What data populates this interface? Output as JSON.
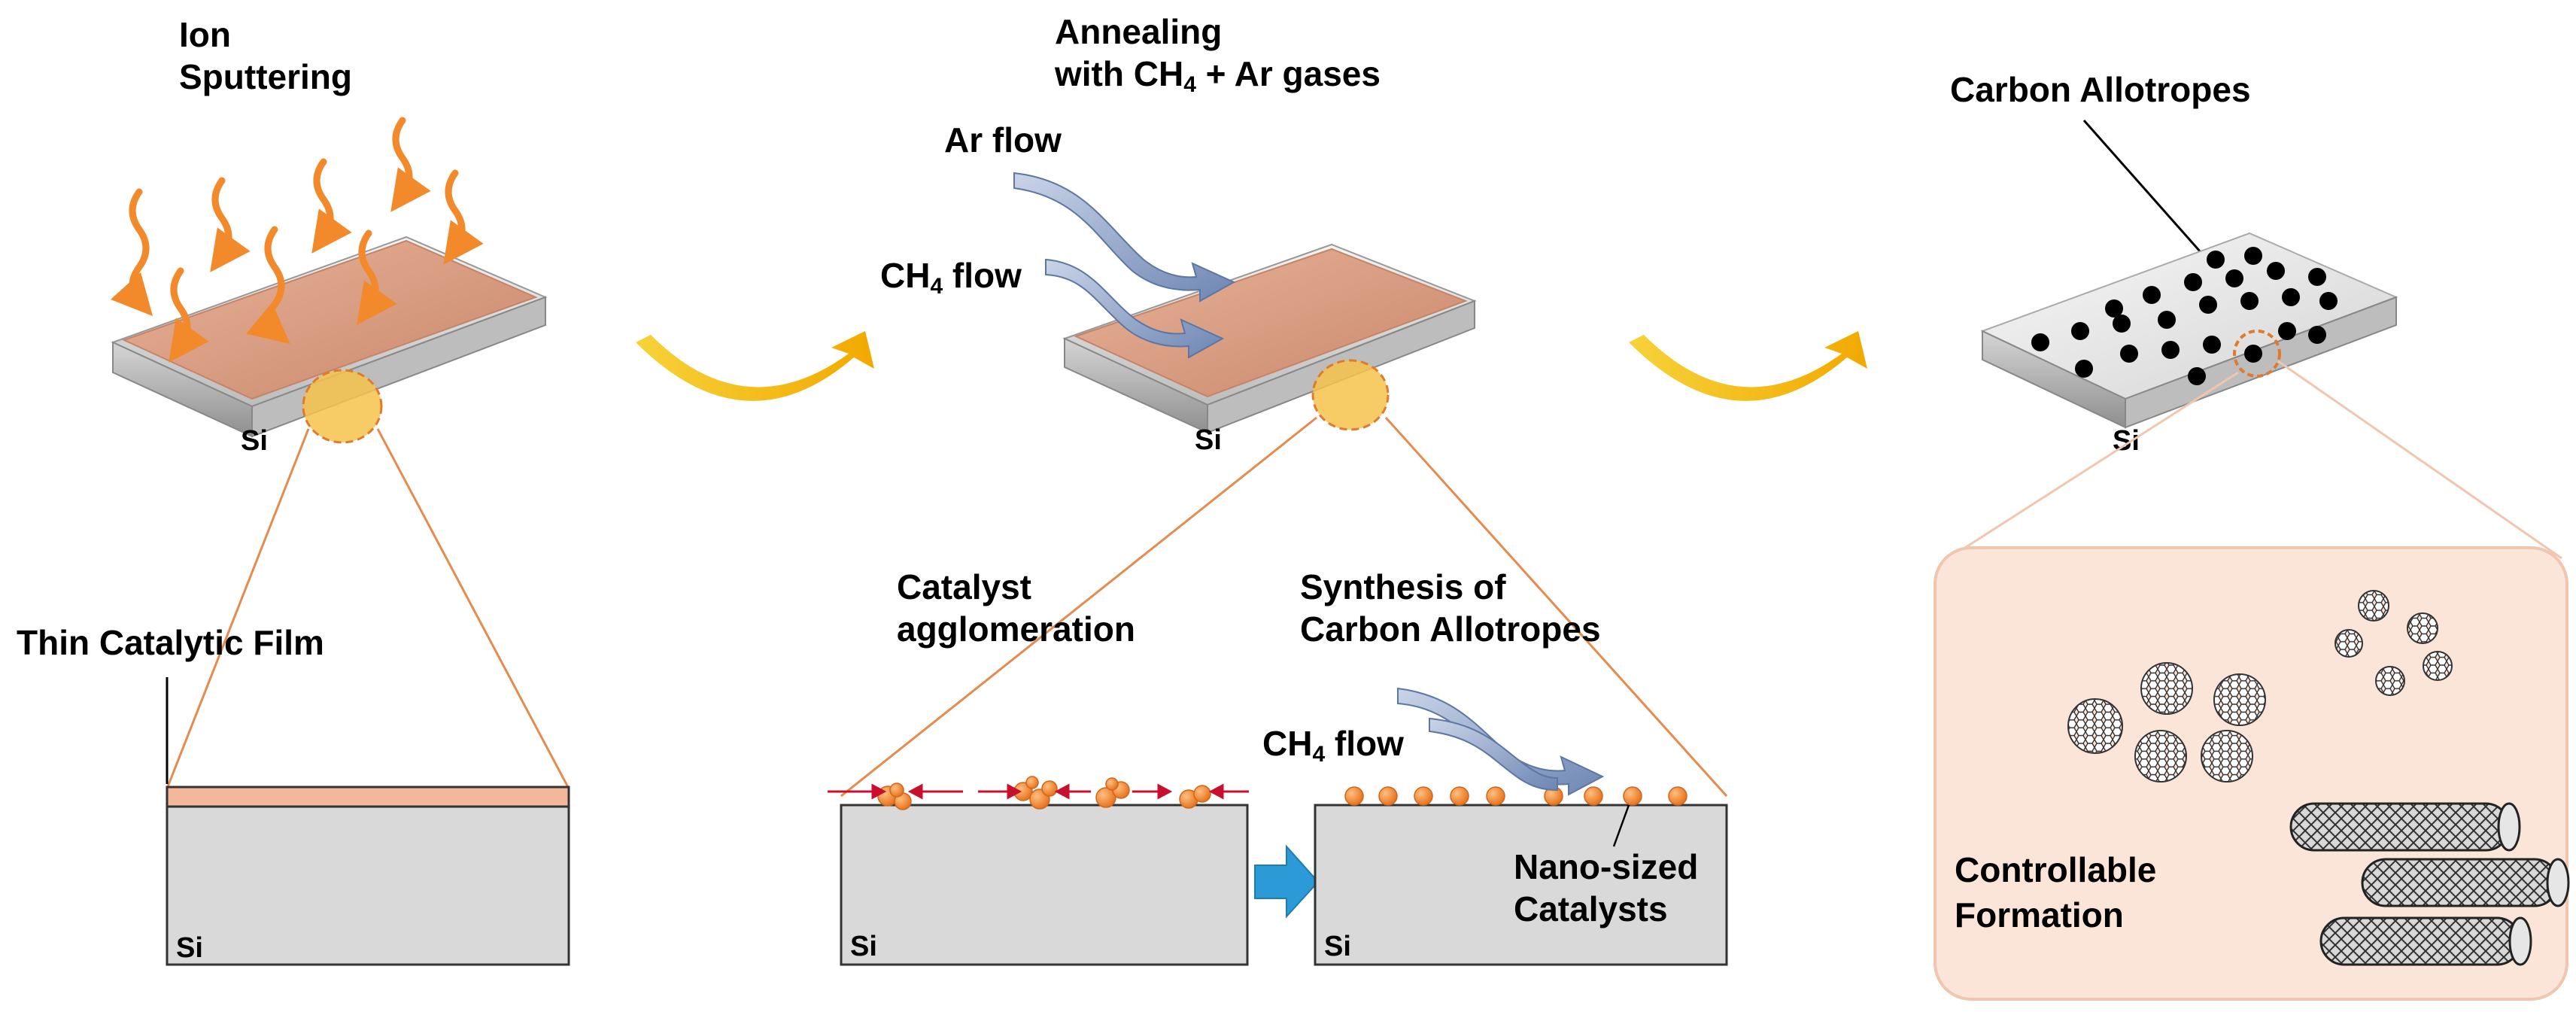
{
  "panel1": {
    "title_line1": "Ion",
    "title_line2": "Sputtering",
    "substrate_label": "Si",
    "film_label": "Thin Catalytic Film",
    "cross_section_label": "Si"
  },
  "panel2": {
    "title_line1": "Annealing",
    "title_line2_prefix": "with CH",
    "title_line2_sub": "4",
    "title_line2_suffix": " + Ar gases",
    "ar_flow": "Ar flow",
    "ch4_prefix": "CH",
    "ch4_sub": "4",
    "ch4_suffix": " flow",
    "substrate_label": "Si",
    "agglomeration_line1": "Catalyst",
    "agglomeration_line2": "agglomeration",
    "synthesis_line1": "Synthesis of",
    "synthesis_line2": "Carbon Allotropes",
    "ch4_flow2_prefix": "CH",
    "ch4_flow2_sub": "4",
    "ch4_flow2_suffix": " flow",
    "nano_line1": "Nano-sized",
    "nano_line2": "Catalysts",
    "left_block_label": "Si",
    "right_block_label": "Si"
  },
  "panel3": {
    "title": "Carbon Allotropes",
    "substrate_label": "Si",
    "formation_line1": "Controllable",
    "formation_line2": "Formation"
  },
  "colors": {
    "film": "#f3b89a",
    "film_edge": "#d99478",
    "substrate": "#d9d9d9",
    "arrow_orange": "#f28a2c",
    "arrow_yellow": "#f2b400",
    "flow_blue": "#7e95bd",
    "catalyst": "#f28a2c",
    "inset_bg": "#fbe4d8",
    "step_arrow": "#2b9ad6",
    "compress_arrow": "#c8102e"
  }
}
